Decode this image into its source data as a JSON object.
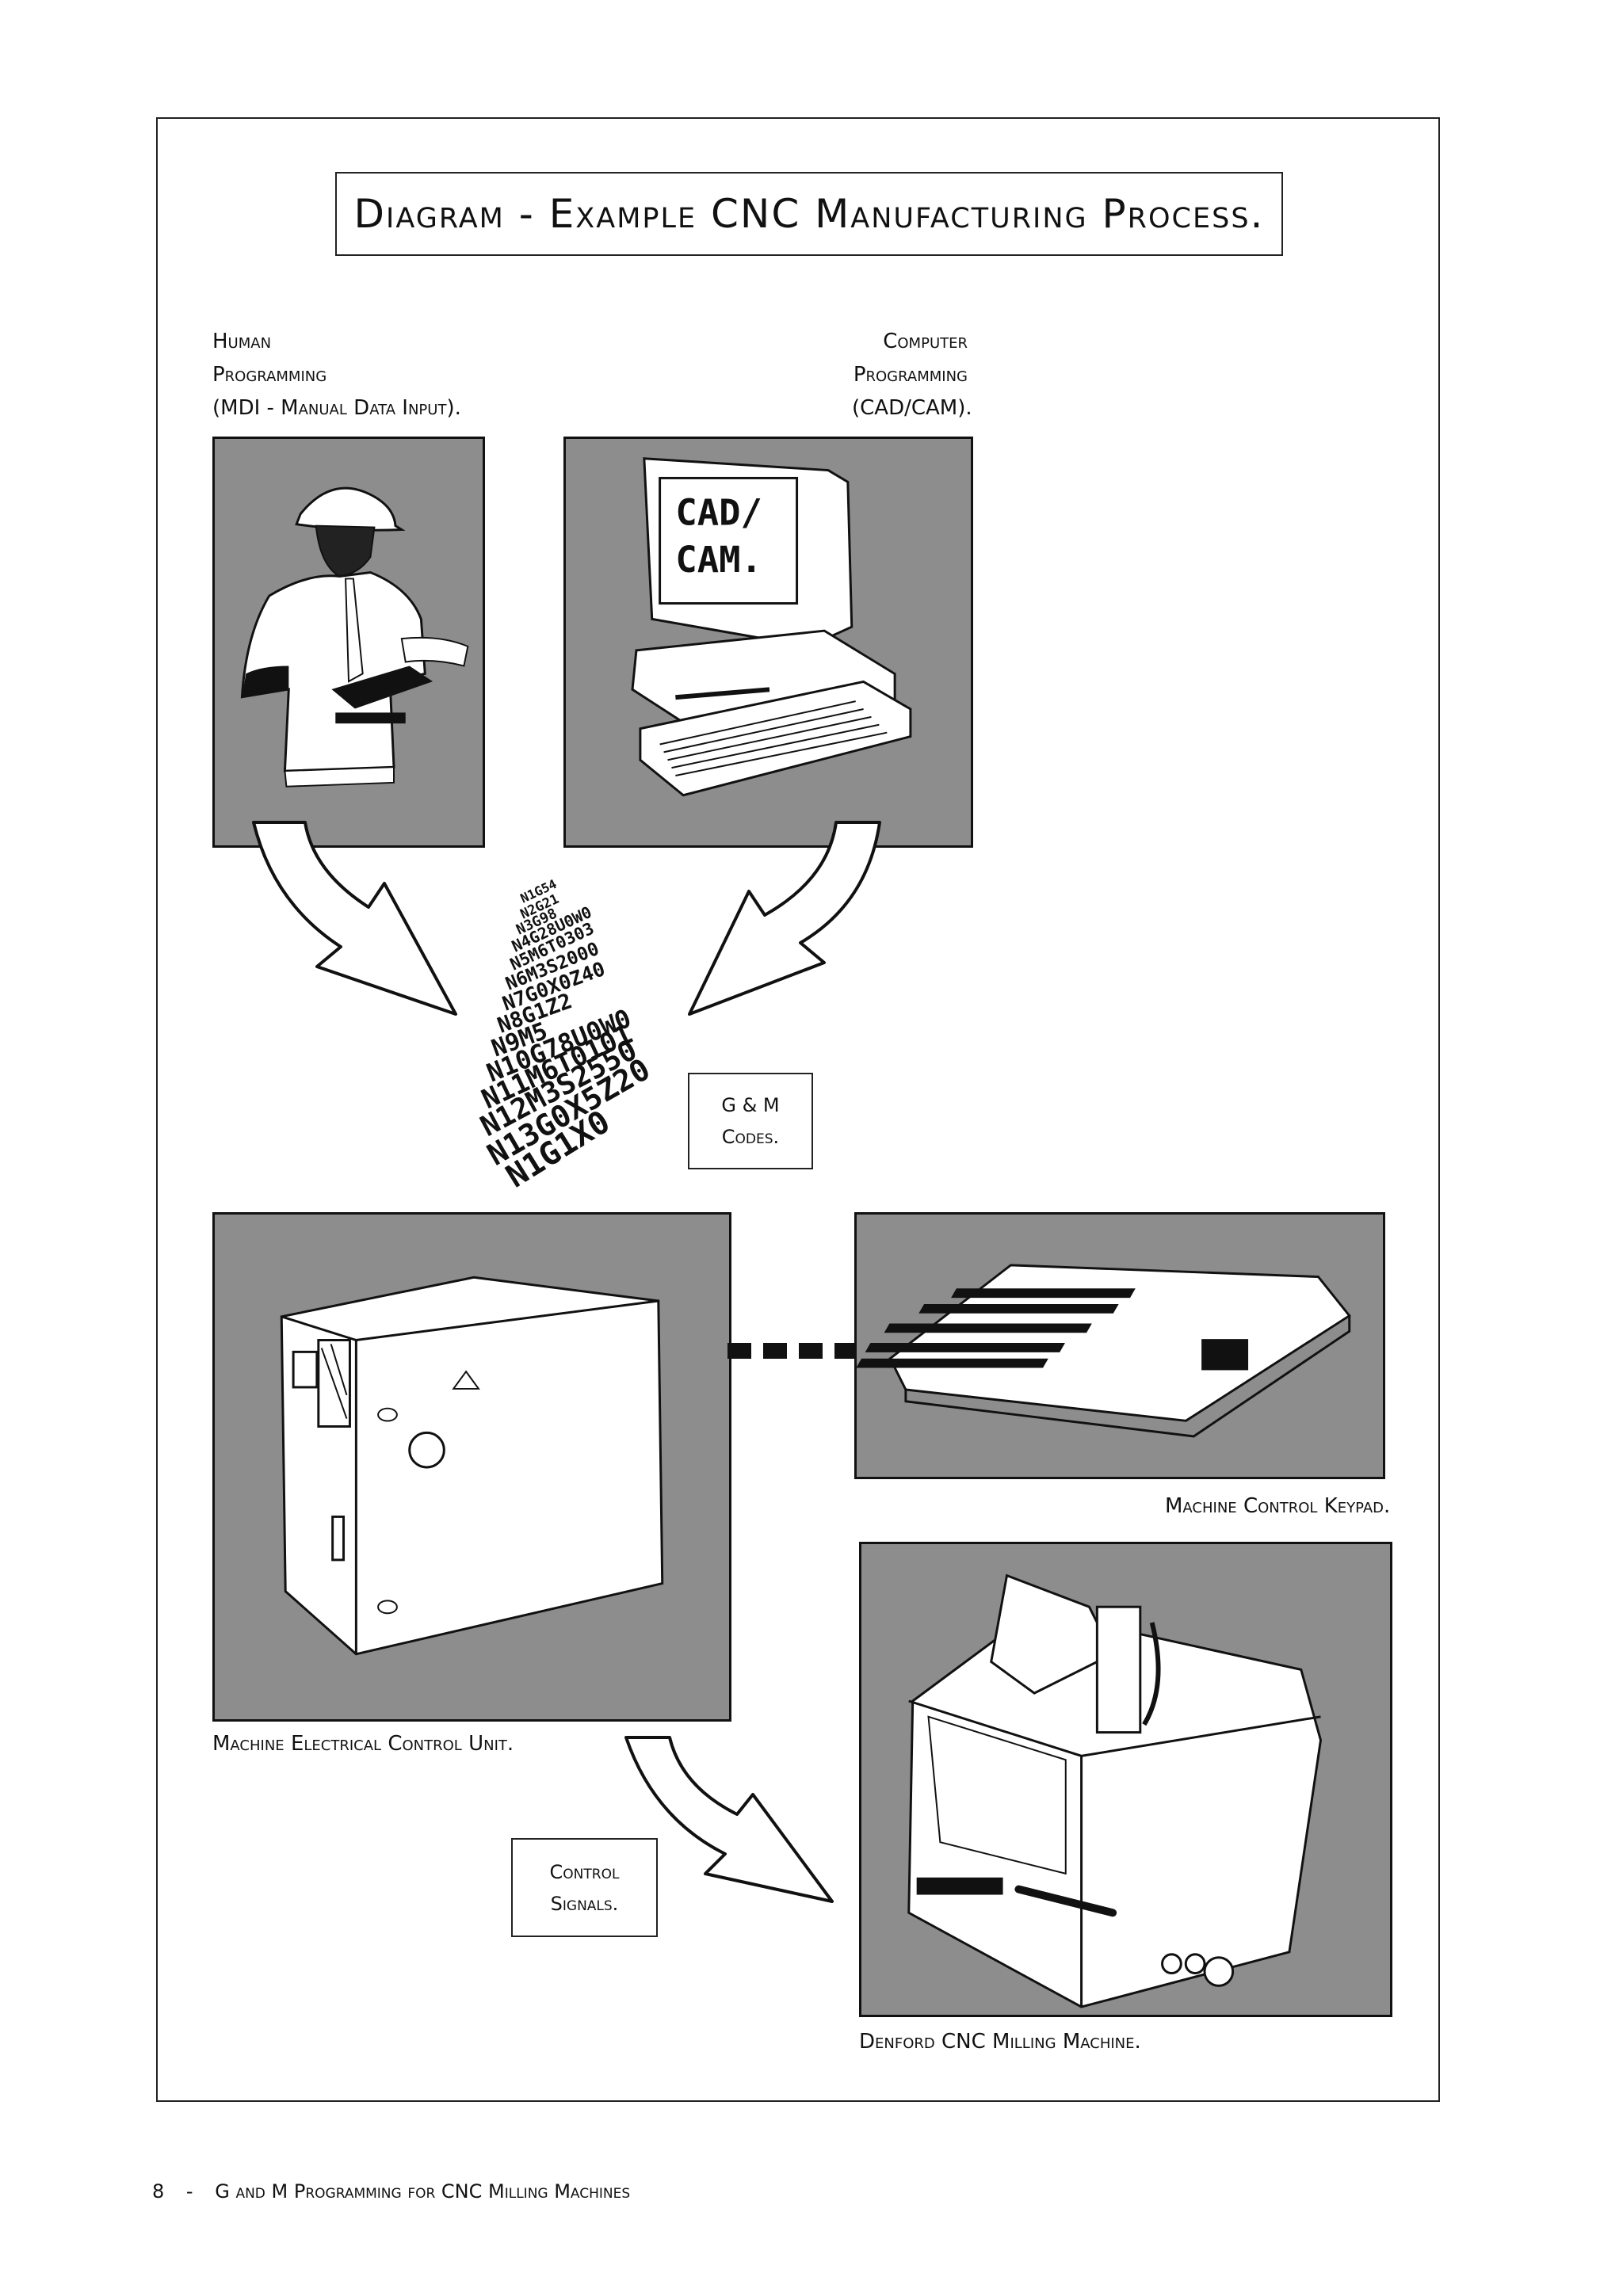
{
  "title": "Diagram - Example CNC Manufacturing Process.",
  "labels": {
    "human_line1": "Human",
    "human_line2": "Programming",
    "human_line3": "(MDI - Manual Data Input).",
    "computer_line1": "Computer",
    "computer_line2": "Programming",
    "computer_line3": "(CAD/CAM).",
    "gm_line1": "G & M",
    "gm_line2": "Codes.",
    "keypad": "Machine Control Keypad.",
    "control_unit": "Machine Electrical Control Unit.",
    "control_line1": "Control",
    "control_line2": "Signals.",
    "milling": "Denford CNC Milling Machine."
  },
  "screen_text": {
    "line1": "CAD/",
    "line2": "CAM."
  },
  "codes": [
    "N1G1X0",
    "N13G0X5Z20",
    "N12M3S2550",
    "N11M6T0101",
    "N10G78U0W0",
    "N9M5",
    "N8G1Z2",
    "N7G0X0Z40",
    "N6M3S2000",
    "N5M6T0303",
    "N4G28U0W0",
    "N3G98",
    "N2G21",
    "N1G54"
  ],
  "footer": {
    "page_number": "8",
    "separator": "-",
    "book_title": "G and M Programming for CNC Milling Machines"
  }
}
